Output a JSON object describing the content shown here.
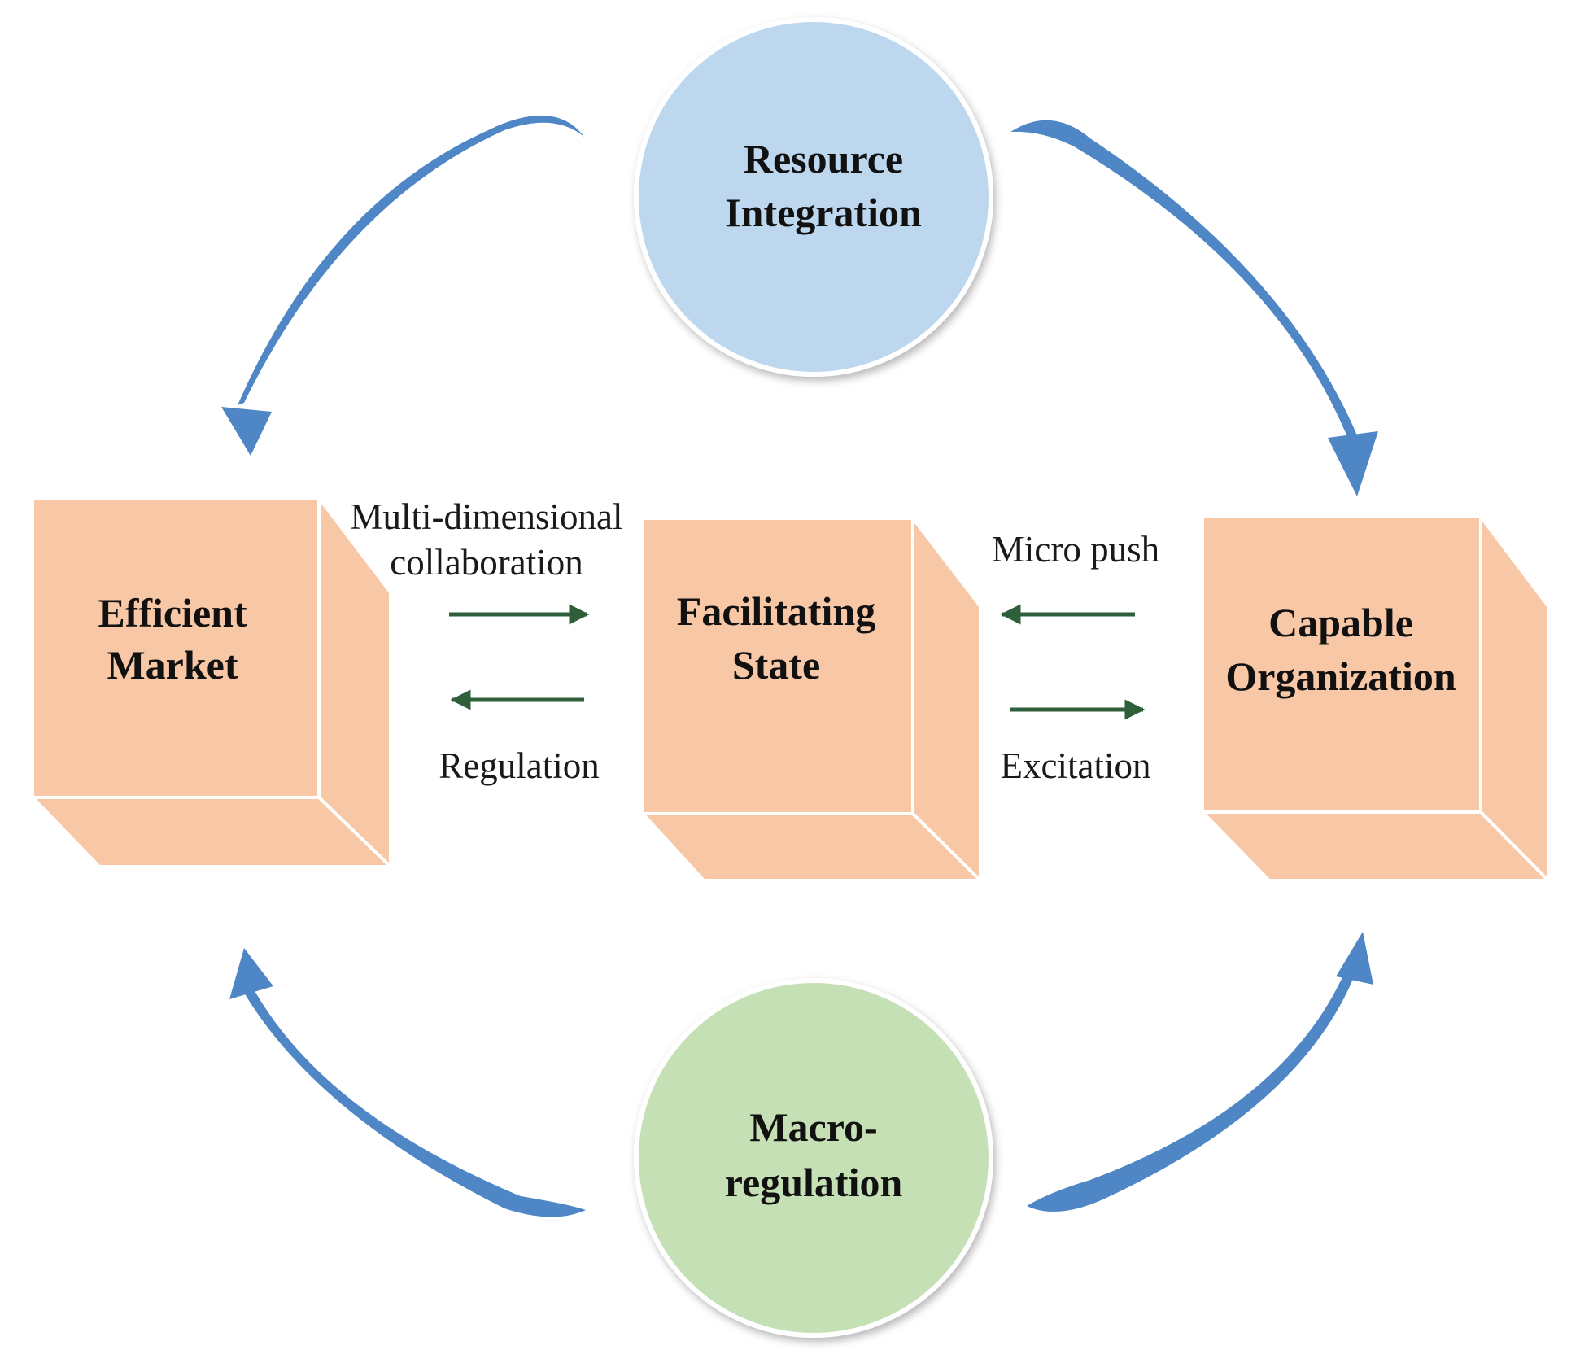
{
  "diagram": {
    "nodes": {
      "resource_integration": {
        "line1": "Resource",
        "line2": "Integration"
      },
      "macro_regulation": {
        "line1": "Macro-",
        "line2": "regulation"
      },
      "efficient_market": {
        "line1": "Efficient",
        "line2": "Market"
      },
      "facilitating_state": {
        "line1": "Facilitating",
        "line2": "State"
      },
      "capable_organization": {
        "line1": "Capable",
        "line2": "Organization"
      }
    },
    "edges": {
      "multi_dimensional": {
        "line1": "Multi-dimensional",
        "line2": "collaboration"
      },
      "regulation": "Regulation",
      "micro_push": "Micro push",
      "excitation": "Excitation"
    },
    "colors": {
      "box_fill": "#f8c7a6",
      "box_edge": "#ffffff",
      "circle_top": "#bdd7ee",
      "circle_bottom": "#c5e0b4",
      "cycle_arrow": "#4f87c6",
      "small_arrow": "#2e5e3a"
    }
  }
}
